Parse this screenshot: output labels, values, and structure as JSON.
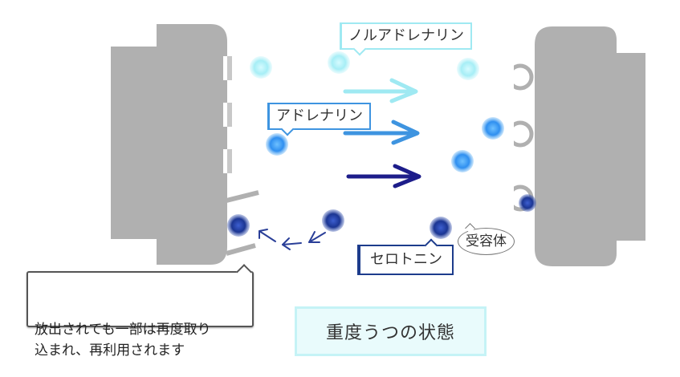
{
  "labels": {
    "noradrenaline": "ノルアドレナリン",
    "adrenaline": "アドレナリン",
    "serotonin": "セロトニン",
    "receptor": "受容体"
  },
  "callout": {
    "text": "放出されても一部は再度取り\n込まれ、再利用されます"
  },
  "title": "重度うつの状態",
  "colors": {
    "neuron": "#b0b0b0",
    "noradrenaline": "#9fe9f2",
    "adrenaline": "#3e94e0",
    "serotonin": "#1d3c8c",
    "title_background": "#e9fbfc",
    "title_border": "#c5f3f6"
  }
}
